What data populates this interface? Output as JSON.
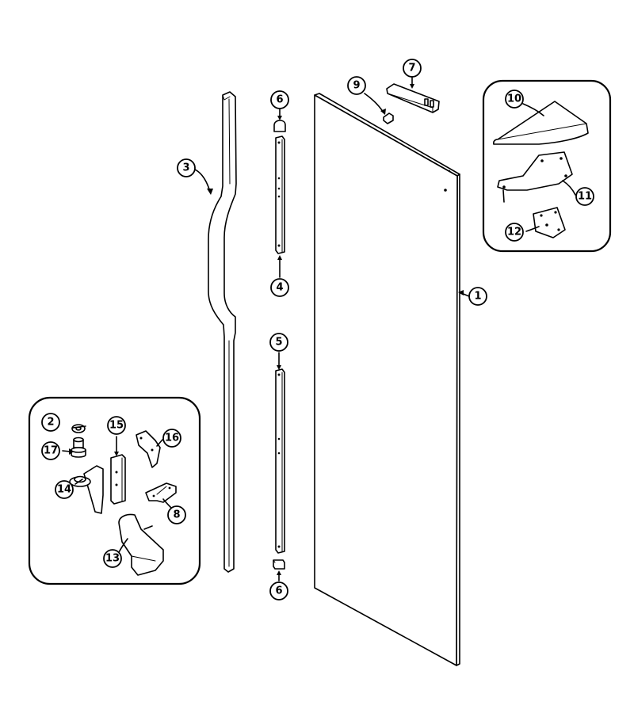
{
  "callouts": [
    {
      "id": "c1",
      "label": "1"
    },
    {
      "id": "c2",
      "label": "2"
    },
    {
      "id": "c3",
      "label": "3"
    },
    {
      "id": "c4",
      "label": "4"
    },
    {
      "id": "c5",
      "label": "5"
    },
    {
      "id": "c6a",
      "label": "6"
    },
    {
      "id": "c6b",
      "label": "6"
    },
    {
      "id": "c7",
      "label": "7"
    },
    {
      "id": "c8",
      "label": "8"
    },
    {
      "id": "c9",
      "label": "9"
    },
    {
      "id": "c10",
      "label": "10"
    },
    {
      "id": "c11",
      "label": "11"
    },
    {
      "id": "c12",
      "label": "12"
    },
    {
      "id": "c13",
      "label": "13"
    },
    {
      "id": "c14",
      "label": "14"
    },
    {
      "id": "c15",
      "label": "15"
    },
    {
      "id": "c16",
      "label": "16"
    },
    {
      "id": "c17",
      "label": "17"
    }
  ]
}
